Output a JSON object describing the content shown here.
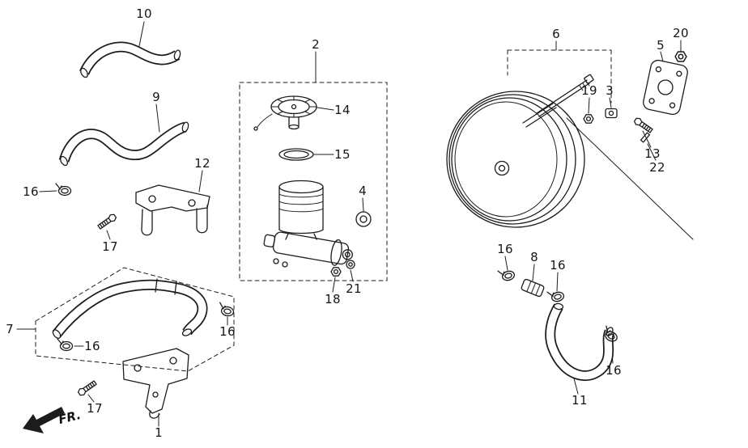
{
  "callouts": {
    "c10": "10",
    "c9": "9",
    "c16_left": "16",
    "c12": "12",
    "c17_upper": "17",
    "c2": "2",
    "c14": "14",
    "c15": "15",
    "c4": "4",
    "c18": "18",
    "c21": "21",
    "c6": "6",
    "c19": "19",
    "c3": "3",
    "c5": "5",
    "c20": "20",
    "c13": "13",
    "c22": "22",
    "c7": "7",
    "c16_hose7_left": "16",
    "c16_hose7_right": "16",
    "c17_lower": "17",
    "c1": "1",
    "c16_mid_left": "16",
    "c8": "8",
    "c16_mid_right": "16",
    "c11": "11",
    "c16_hose11": "16",
    "fr": "FR."
  }
}
